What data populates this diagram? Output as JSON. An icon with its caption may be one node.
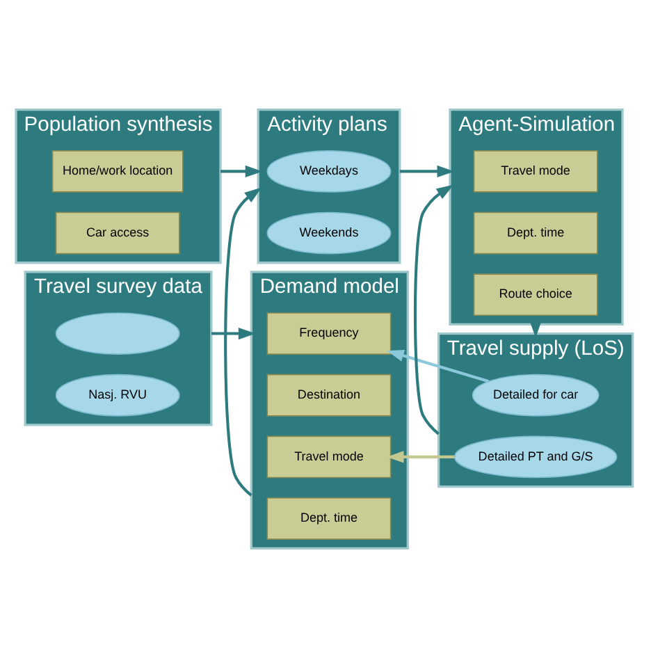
{
  "diagram": {
    "nodes": [
      {
        "text": [
          "Travel survey data"
        ]
      },
      {
        "text": [],
        "shape": "ellipse",
        "in": 0
      },
      {
        "text": [
          "Nasj. RVU"
        ],
        "in": 0
      },
      {
        "text": [
          "Demand model"
        ]
      },
      {
        "text": [
          "Frequency"
        ],
        "in": 3
      },
      {
        "text": [
          "Destination"
        ],
        "in": 3
      },
      {
        "text": [
          "Travel mode"
        ],
        "in": 3
      },
      {
        "text": [
          "Dept. time"
        ],
        "in": 3
      },
      {
        "text": [
          "Travel supply (LoS)"
        ]
      },
      {
        "text": [
          "Detailed for car"
        ],
        "in": 8
      },
      {
        "text": [
          "Detailed PT and G/S"
        ],
        "in": 8
      },
      {
        "text": [
          "Population synthesis"
        ]
      },
      {
        "text": [
          "Home/work location"
        ],
        "in": 11
      },
      {
        "text": [
          "Car access"
        ],
        "in": 11
      },
      {
        "text": [
          "Activity plans"
        ]
      },
      {
        "text": [
          "Weekdays"
        ],
        "in": 14
      },
      {
        "text": [
          "Weekends"
        ],
        "in": 14
      },
      {
        "text": [
          "Agent-Simulation"
        ]
      },
      {
        "text": [
          "Travel mode"
        ],
        "in": 17
      },
      {
        "text": [
          "Dept. time"
        ],
        "in": 17
      },
      {
        "text": [
          "Route choice"
        ],
        "in": 17
      }
    ],
    "edges": [
      {
        "from": 0,
        "to": 3,
        "arrow": "to"
      },
      {
        "from": 9,
        "to": 4,
        "arrow": "to",
        "color": "#8cc8dc"
      },
      {
        "from": 10,
        "to": 6,
        "arrow": "to",
        "color": "#c2c890"
      },
      {
        "from": 3,
        "to": 14,
        "arrow": "to"
      },
      {
        "from": 8,
        "to": 17,
        "arrow": "to"
      },
      {
        "from": 17,
        "to": 8,
        "arrow": "to"
      },
      {
        "from": 11,
        "to": 14,
        "arrow": "to"
      },
      {
        "from": 14,
        "to": 17,
        "arrow": "to"
      }
    ]
  }
}
